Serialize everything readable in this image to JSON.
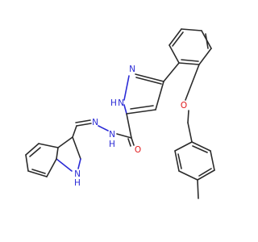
{
  "molecule": {
    "colors": {
      "carbon_bond": "#2b2b2b",
      "nitrogen": "#2b2bd6",
      "oxygen": "#e0191b",
      "background": "#ffffff"
    },
    "atom_labels": {
      "pyrazole_nh": "N",
      "pyrazole_nh_h": "H",
      "pyrazole_n": "N",
      "hydrazone_nh": "N",
      "hydrazone_nh_h": "H",
      "imine_n": "N",
      "indole_n": "N",
      "indole_n_h": "H",
      "carbonyl_o": "O",
      "ether_o": "O"
    }
  }
}
